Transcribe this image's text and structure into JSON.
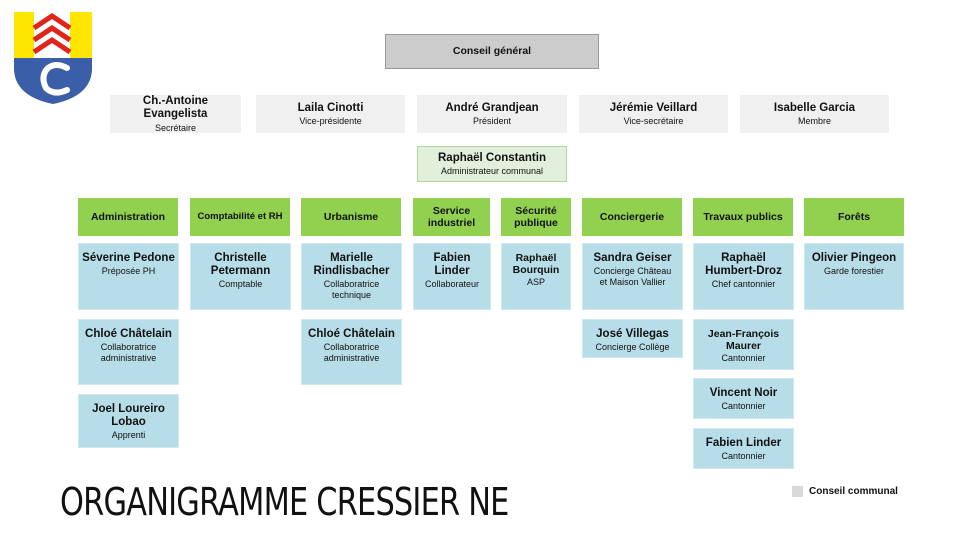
{
  "colors": {
    "council": "#f0f0f0",
    "general_council": "#cccccc",
    "administrator": "#e2efda",
    "department": "#92d050",
    "staff": "#b7dde8",
    "logo_yellow": "#ffe600",
    "logo_red": "#e2231a",
    "logo_blue": "#3a5ea8"
  },
  "title": "ORGANIGRAMME CRESSIER NE",
  "legend": {
    "label": "Conseil communal"
  },
  "general_council": {
    "name": "Conseil général"
  },
  "council": [
    {
      "name": "Ch.-Antoine Evangelista",
      "role": "Secrétaire"
    },
    {
      "name": "Laila Cinotti",
      "role": "Vice-présidente"
    },
    {
      "name": "André Grandjean",
      "role": "Président"
    },
    {
      "name": "Jérémie Veillard",
      "role": "Vice-secrétaire"
    },
    {
      "name": "Isabelle Garcia",
      "role": "Membre"
    }
  ],
  "administrator": {
    "name": "Raphaël Constantin",
    "role": "Administrateur communal"
  },
  "departments": [
    {
      "name": "Administration",
      "staff": [
        {
          "name": "Séverine Pedone",
          "role": "Préposée PH"
        },
        {
          "name": "Chloé Châtelain",
          "role": "Collaboratrice administrative"
        },
        {
          "name": "Joel Loureiro Lobao",
          "role": "Apprenti"
        }
      ]
    },
    {
      "name": "Comptabilité et RH",
      "staff": [
        {
          "name": "Christelle Petermann",
          "role": "Comptable"
        }
      ]
    },
    {
      "name": "Urbanisme",
      "staff": [
        {
          "name": "Marielle Rindlisbacher",
          "role": "Collaboratrice technique"
        },
        {
          "name": "Chloé Châtelain",
          "role": "Collaboratrice administrative"
        }
      ]
    },
    {
      "name": "Service industriel",
      "staff": [
        {
          "name": "Fabien Linder",
          "role": "Collaborateur"
        }
      ]
    },
    {
      "name": "Sécurité publique",
      "staff": [
        {
          "name": "Raphaël Bourquin",
          "role": "ASP"
        }
      ]
    },
    {
      "name": "Conciergerie",
      "staff": [
        {
          "name": "Sandra Geiser",
          "role": "Concierge Château et Maison Vallier"
        },
        {
          "name": "José Villegas",
          "role": "Concierge Collège"
        }
      ]
    },
    {
      "name": "Travaux publics",
      "staff": [
        {
          "name": "Raphaël Humbert-Droz",
          "role": "Chef cantonnier"
        },
        {
          "name": "Jean-François Maurer",
          "role": "Cantonnier"
        },
        {
          "name": "Vincent Noir",
          "role": "Cantonnier"
        },
        {
          "name": "Fabien Linder",
          "role": "Cantonnier"
        }
      ]
    },
    {
      "name": "Forêts",
      "staff": [
        {
          "name": "Olivier Pingeon",
          "role": "Garde forestier"
        }
      ]
    }
  ]
}
